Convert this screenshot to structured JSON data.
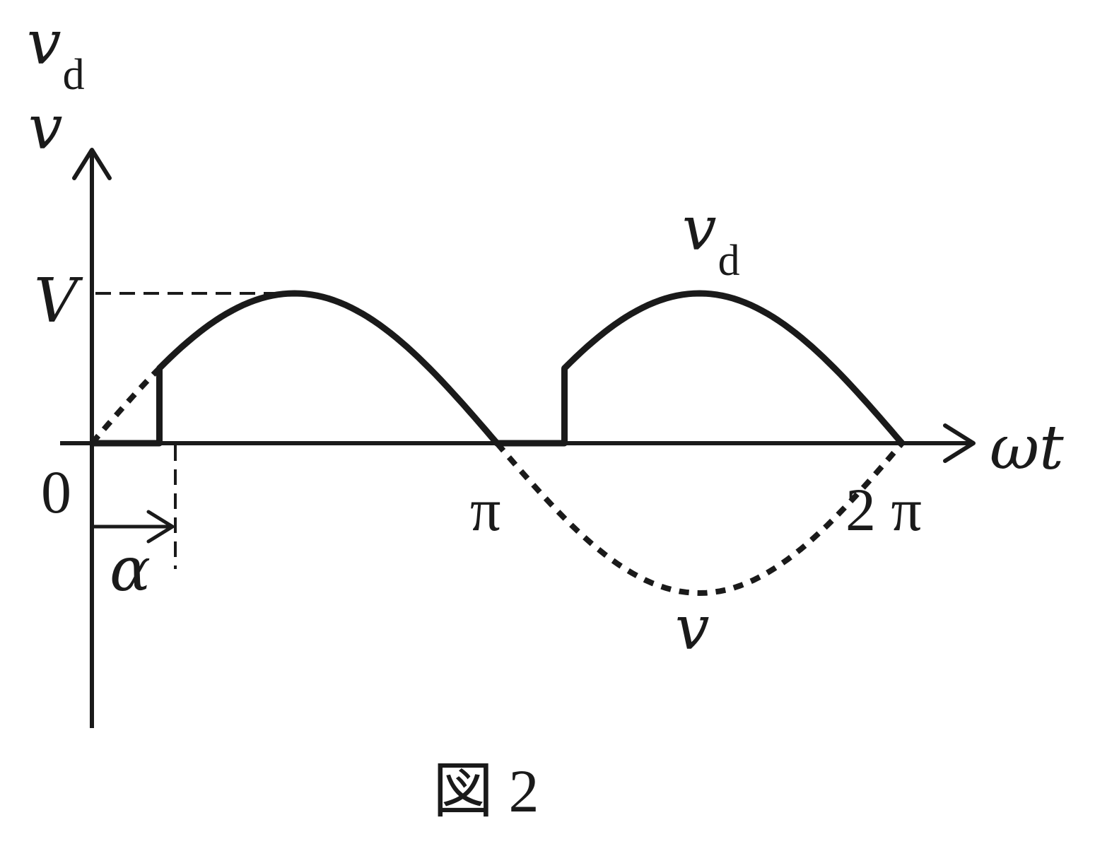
{
  "labels": {
    "vd_axis_main": "v",
    "vd_axis_sub": "d",
    "v_axis": "v",
    "peak_label": "V",
    "origin_label": "0",
    "x_axis_label": "ωt",
    "pi_label": "π",
    "two_pi_label": "2 π",
    "alpha_label": "α",
    "vd_curve_main": "v",
    "vd_curve_sub": "d",
    "v_curve": "v",
    "caption": "図 2"
  },
  "waveform": {
    "amplitude": 1,
    "firing_angle_alpha_deg": 30,
    "period": "2π"
  }
}
